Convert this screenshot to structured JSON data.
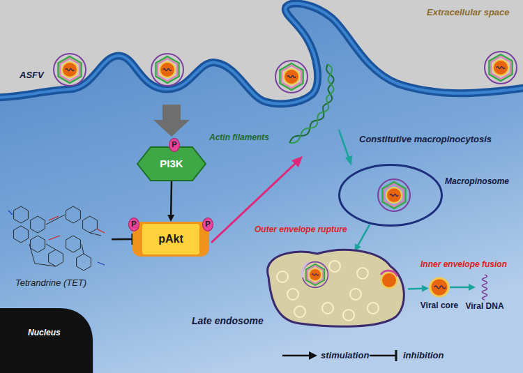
{
  "diagram": {
    "nodes": [
      {
        "text": [
          "PI3K"
        ]
      },
      {
        "text": [
          "P"
        ],
        "in": 0
      },
      {
        "text": [
          "Tetrandrine (TET)"
        ]
      },
      {
        "text": [
          "pAkt"
        ]
      },
      {
        "text": [
          "P"
        ],
        "in": 3
      },
      {
        "text": [
          "P"
        ],
        "in": 3
      },
      {
        "text": [
          "Macropinosome"
        ]
      },
      {
        "text": [
          "Late endosome"
        ]
      },
      {
        "text": [
          "Viral core"
        ]
      },
      {
        "text": [
          "Viral DNA"
        ]
      },
      {
        "text": [
          "Nucleus"
        ]
      }
    ],
    "edges": [
      {
        "from": 0,
        "to": 3,
        "arrow": "to"
      },
      {
        "from": 2,
        "to": 3,
        "arrow": "to"
      },
      {
        "from": 6,
        "to": 7,
        "arrow": "to"
      },
      {
        "from": 7,
        "to": 8,
        "arrow": "to"
      },
      {
        "from": 8,
        "to": 9,
        "arrow": "to"
      }
    ],
    "labels": [
      "Extracellular space",
      "ASFV",
      "Actin filaments",
      "Constitutive macropinocytosis",
      "Outer envelope rupture",
      "Inner envelope fusion"
    ],
    "legend": [
      {
        "text": "stimulation"
      },
      {
        "text": "inhibition"
      }
    ]
  }
}
